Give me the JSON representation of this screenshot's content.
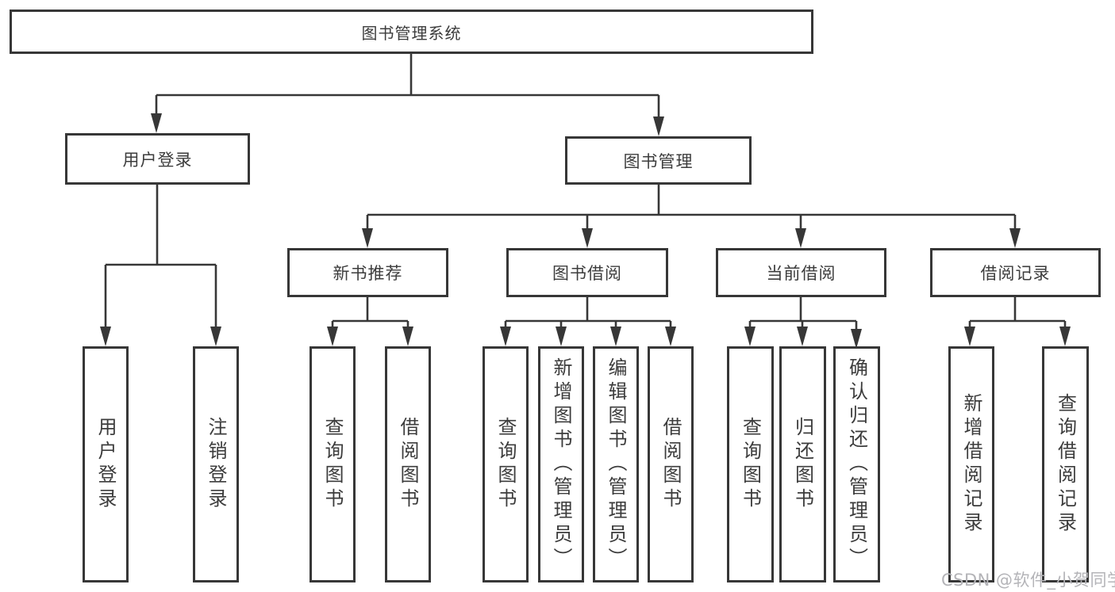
{
  "diagram": {
    "nodes": {
      "root": {
        "label": "图书管理系统"
      },
      "user_login": {
        "label": "用户登录"
      },
      "book_mgmt": {
        "label": "图书管理"
      },
      "new_book_rec": {
        "label": "新书推荐"
      },
      "book_borrow": {
        "label": "图书借阅"
      },
      "current_borrow": {
        "label": "当前借阅"
      },
      "borrow_record": {
        "label": "借阅记录"
      },
      "v_user_login": {
        "label": "用户登录"
      },
      "v_logout": {
        "label": "注销登录"
      },
      "v_query_book_rec": {
        "label": "查询图书"
      },
      "v_borrow_book_rec": {
        "label": "借阅图书"
      },
      "v_query_book_borrow": {
        "label": "查询图书"
      },
      "v_add_book": {
        "label": "新增图书（管理员）"
      },
      "v_edit_book": {
        "label": "编辑图书（管理员）"
      },
      "v_borrow_book_borrow": {
        "label": "借阅图书"
      },
      "v_query_book_current": {
        "label": "查询图书"
      },
      "v_return_book": {
        "label": "归还图书"
      },
      "v_confirm_return": {
        "label": "确认归还（管理员）"
      },
      "v_add_borrow_record": {
        "label": "新增借阅记录"
      },
      "v_query_borrow_record": {
        "label": "查询借阅记录"
      }
    },
    "watermark": "CSDN @软件_小贺同学",
    "colors": {
      "line": "#373737",
      "text": "#3c3c3c",
      "background": "#ffffff",
      "watermark": "#b4b4b8"
    }
  }
}
